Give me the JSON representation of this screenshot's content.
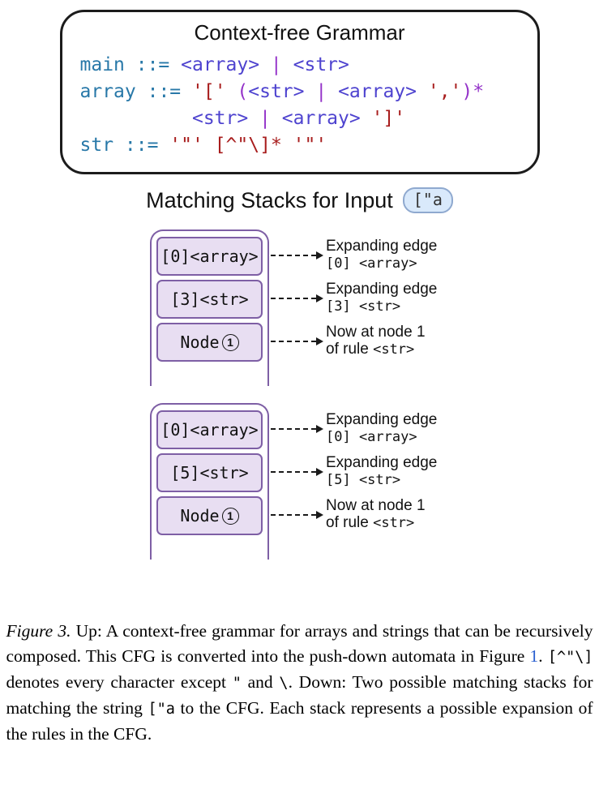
{
  "grammar": {
    "title": "Context-free Grammar",
    "lines": [
      [
        {
          "t": "main",
          "c": "rule"
        },
        {
          "t": " ::= ",
          "c": "op"
        },
        {
          "t": "<array>",
          "c": "nt"
        },
        {
          "t": " | ",
          "c": "bar"
        },
        {
          "t": "<str>",
          "c": "nt"
        }
      ],
      [
        {
          "t": "array",
          "c": "rule"
        },
        {
          "t": " ::= ",
          "c": "op"
        },
        {
          "t": "'['",
          "c": "lit"
        },
        {
          "t": " ",
          "c": "plain"
        },
        {
          "t": "(",
          "c": "par"
        },
        {
          "t": "<str>",
          "c": "nt"
        },
        {
          "t": " | ",
          "c": "bar"
        },
        {
          "t": "<array>",
          "c": "nt"
        },
        {
          "t": " ",
          "c": "plain"
        },
        {
          "t": "','",
          "c": "lit"
        },
        {
          "t": ")*",
          "c": "par"
        }
      ],
      [
        {
          "t": "          ",
          "c": "plain"
        },
        {
          "t": "<str>",
          "c": "nt"
        },
        {
          "t": " | ",
          "c": "bar"
        },
        {
          "t": "<array>",
          "c": "nt"
        },
        {
          "t": " ",
          "c": "plain"
        },
        {
          "t": "']'",
          "c": "lit"
        }
      ],
      [
        {
          "t": "str",
          "c": "rule"
        },
        {
          "t": " ::= ",
          "c": "op"
        },
        {
          "t": "'\"'",
          "c": "lit"
        },
        {
          "t": " ",
          "c": "plain"
        },
        {
          "t": "[^\"\\]*",
          "c": "lit"
        },
        {
          "t": " ",
          "c": "plain"
        },
        {
          "t": "'\"'",
          "c": "lit"
        }
      ]
    ]
  },
  "stacks_header": {
    "title": "Matching Stacks for Input",
    "input": "[\"a"
  },
  "stacks": [
    {
      "cells": [
        {
          "label": "[0]<array>",
          "note1": "Expanding edge",
          "note2": [
            {
              "t": "[0] <array>",
              "s": "mono"
            }
          ]
        },
        {
          "label": "[3]<str>",
          "note1": "Expanding edge",
          "note2": [
            {
              "t": "[3] <str>",
              "s": "mono"
            }
          ]
        },
        {
          "label": "Node",
          "circled": "1",
          "note1": "Now at node 1",
          "note2": [
            {
              "t": "of rule ",
              "s": "sans"
            },
            {
              "t": "<str>",
              "s": "mono"
            }
          ]
        }
      ]
    },
    {
      "cells": [
        {
          "label": "[0]<array>",
          "note1": "Expanding edge",
          "note2": [
            {
              "t": "[0] <array>",
              "s": "mono"
            }
          ]
        },
        {
          "label": "[5]<str>",
          "note1": "Expanding edge",
          "note2": [
            {
              "t": "[5] <str>",
              "s": "mono"
            }
          ]
        },
        {
          "label": "Node",
          "circled": "1",
          "note1": "Now at node 1",
          "note2": [
            {
              "t": "of rule ",
              "s": "sans"
            },
            {
              "t": "<str>",
              "s": "mono"
            }
          ]
        }
      ]
    }
  ],
  "caption": {
    "segments": [
      {
        "t": "Figure 3.",
        "s": "italic"
      },
      {
        "t": " Up: A context-free grammar for arrays and strings that can be recursively composed. This CFG is converted into the push-down automata in Figure ",
        "s": "plain"
      },
      {
        "t": "1",
        "s": "link"
      },
      {
        "t": ". ",
        "s": "plain"
      },
      {
        "t": "[^\"\\]",
        "s": "code"
      },
      {
        "t": " denotes every character except ",
        "s": "plain"
      },
      {
        "t": "\"",
        "s": "code"
      },
      {
        "t": " and ",
        "s": "plain"
      },
      {
        "t": "\\",
        "s": "code"
      },
      {
        "t": ". Down: Two possible matching stacks for matching the string ",
        "s": "plain"
      },
      {
        "t": "[\"a",
        "s": "code"
      },
      {
        "t": " to the CFG. Each stack represents a possible expansion of the rules in the CFG.",
        "s": "plain"
      }
    ]
  },
  "colors": {
    "rule_name": "#2878a8",
    "nonterminal": "#4e43cf",
    "bar_paren": "#9433c9",
    "literal": "#a81d1d",
    "stack_border": "#7e5fa5",
    "stack_fill": "#e8def2",
    "pill_fill": "#d9e9fb",
    "link": "#2a5fd0"
  }
}
